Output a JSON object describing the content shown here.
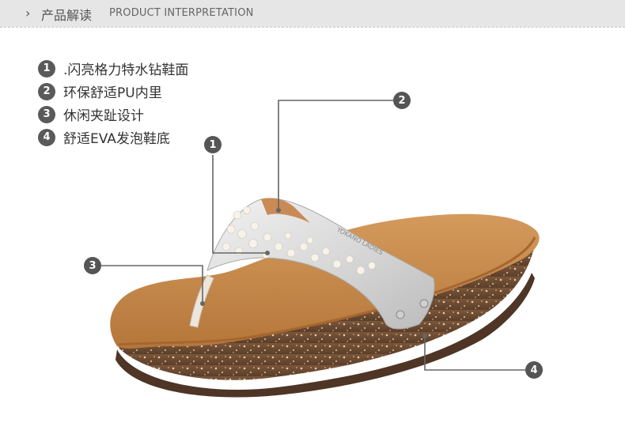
{
  "header": {
    "chevron": "›",
    "title_cn": "产品解读",
    "title_en": "PRODUCT INTERPRETATION"
  },
  "features": [
    {
      "num": "1",
      "text": ".闪亮格力特水钻鞋面"
    },
    {
      "num": "2",
      "text": "环保舒适PU内里"
    },
    {
      "num": "3",
      "text": "休闲夹趾设计"
    },
    {
      "num": "4",
      "text": "舒适EVA发泡鞋底"
    }
  ],
  "callouts": [
    "1",
    "2",
    "3",
    "4"
  ],
  "strap_text": "YOKANO LADIES",
  "colors": {
    "header_bg": "#e6e6e6",
    "badge": "#555555",
    "footbed": "#c7884a",
    "sole": "#6b4a32"
  }
}
